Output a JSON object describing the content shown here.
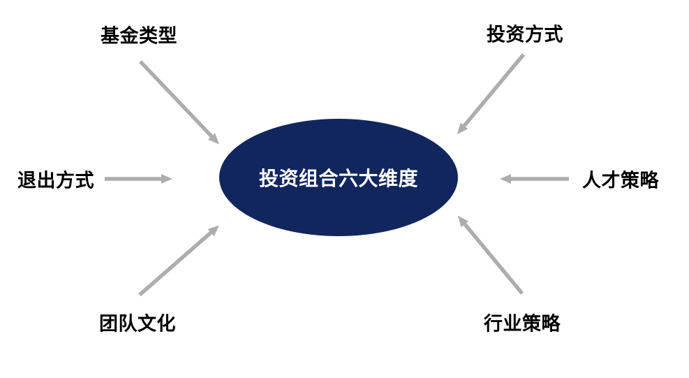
{
  "diagram": {
    "center": {
      "title": "投资组合六大维度"
    },
    "nodes": [
      {
        "id": "fund-type",
        "label": "基金类型",
        "position": "top-left"
      },
      {
        "id": "investment-method",
        "label": "投资方式",
        "position": "top-right"
      },
      {
        "id": "exit-method",
        "label": "退出方式",
        "position": "left"
      },
      {
        "id": "talent-strategy",
        "label": "人才策略",
        "position": "right"
      },
      {
        "id": "team-culture",
        "label": "团队文化",
        "position": "bottom-left"
      },
      {
        "id": "industry-strategy",
        "label": "行业策略",
        "position": "bottom-right"
      }
    ]
  },
  "colors": {
    "ellipse_fill": "#12265E",
    "arrow": "#ADADAD",
    "label_text": "#000000",
    "center_text": "#FFFFFF",
    "background": "#FFFFFF"
  }
}
